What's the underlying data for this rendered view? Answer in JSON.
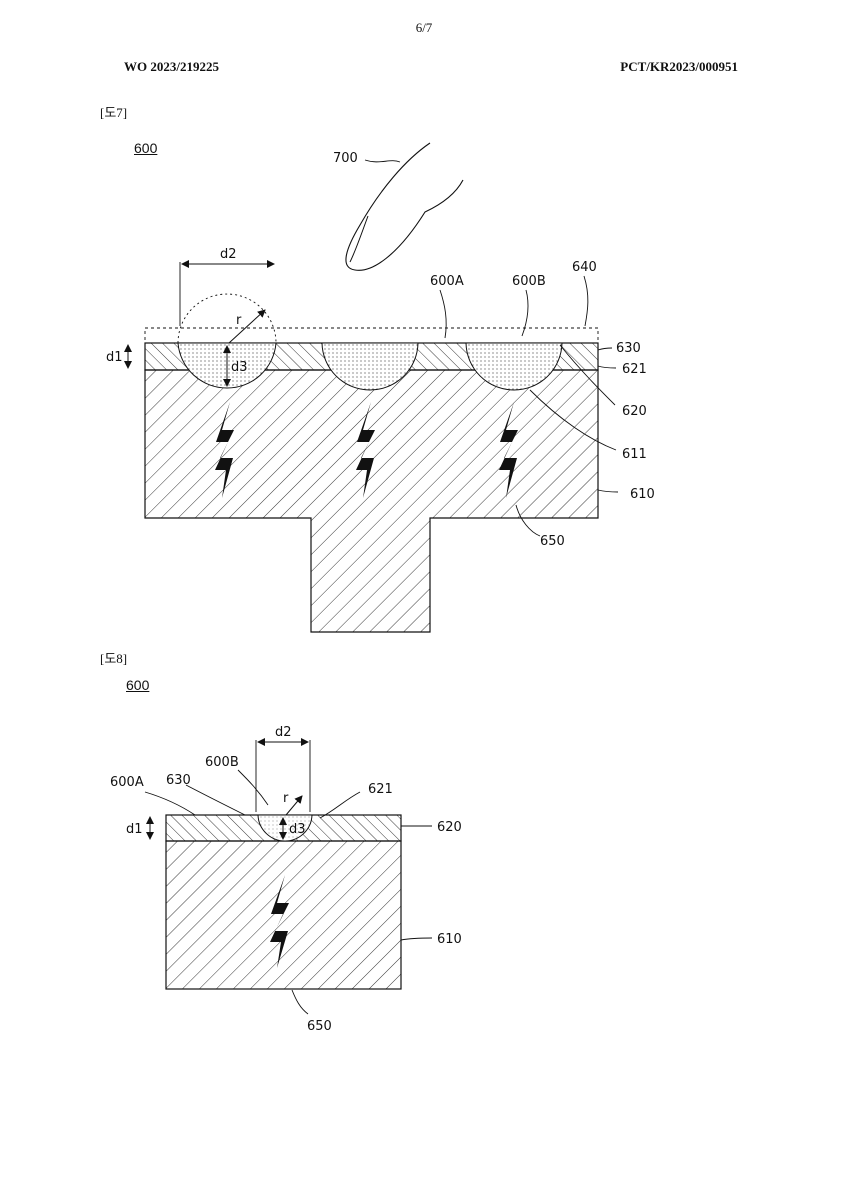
{
  "header": {
    "page_number": "6/7",
    "publication_number": "WO 2023/219225",
    "application_number": "PCT/KR2023/000951"
  },
  "figure7": {
    "figure_label": "[도7]",
    "ref_device": "600",
    "labels": {
      "finger": "700",
      "d2": "d2",
      "r": "r",
      "d1": "d1",
      "d3": "d3",
      "recess_a": "600A",
      "recess_b": "600B",
      "surface": "640",
      "layer_630": "630",
      "layer_621": "621",
      "layer_620": "620",
      "layer_611": "611",
      "base_610": "610",
      "crack_650": "650"
    }
  },
  "figure8": {
    "figure_label": "[도8]",
    "ref_device": "600",
    "labels": {
      "d2": "d2",
      "recess_a": "600A",
      "layer_630": "630",
      "recess_b": "600B",
      "r": "r",
      "layer_621": "621",
      "d1": "d1",
      "d3": "d3",
      "layer_620": "620",
      "base_610": "610",
      "crack_650": "650"
    }
  }
}
